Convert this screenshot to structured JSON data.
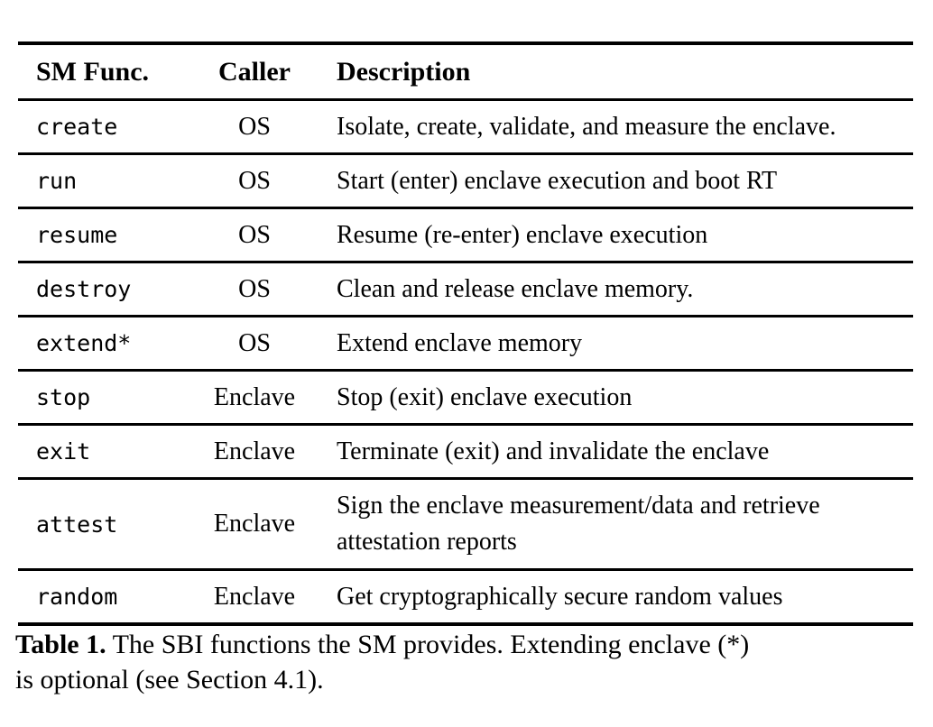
{
  "table": {
    "columns": [
      "SM Func.",
      "Caller",
      "Description"
    ],
    "rows": [
      {
        "func": "create",
        "caller": "OS",
        "description": "Isolate, create, validate, and measure the enclave."
      },
      {
        "func": "run",
        "caller": "OS",
        "description": "Start (enter) enclave execution and boot RT"
      },
      {
        "func": "resume",
        "caller": "OS",
        "description": "Resume (re-enter) enclave execution"
      },
      {
        "func": "destroy",
        "caller": "OS",
        "description": "Clean and release enclave memory."
      },
      {
        "func": "extend*",
        "caller": "OS",
        "description": "Extend enclave memory"
      },
      {
        "func": "stop",
        "caller": "Enclave",
        "description": "Stop (exit) enclave execution"
      },
      {
        "func": "exit",
        "caller": "Enclave",
        "description": "Terminate (exit) and invalidate the enclave"
      },
      {
        "func": "attest",
        "caller": "Enclave",
        "description": "Sign the enclave measurement/data and retrieve attestation reports"
      },
      {
        "func": "random",
        "caller": "Enclave",
        "description": "Get cryptographically secure random values"
      }
    ]
  },
  "caption": {
    "label": "Table 1.",
    "line1": "The SBI functions the SM provides. Extending enclave (*)",
    "line2": "is optional (see Section 4.1)."
  }
}
